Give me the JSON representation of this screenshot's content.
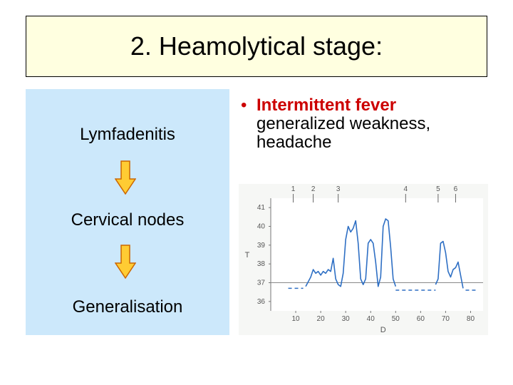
{
  "slide": {
    "title": "2. Heamolytical stage:",
    "flow": {
      "steps": [
        "Lymfadenitis",
        "Cervical nodes",
        "Generalisation"
      ]
    },
    "bullet": {
      "heading": "Intermittent fever",
      "line2": "generalized weakness,",
      "line3": "headache"
    }
  },
  "colors": {
    "title_bg": "#ffffe0",
    "panel_bg": "#cce8fb",
    "arrow_fill": "#ffcc33",
    "arrow_stroke": "#cc6600",
    "bullet_accent": "#cc0000",
    "series_line": "#2e6fc4"
  },
  "chart_data": {
    "type": "line",
    "ylabel": "T",
    "xlabel": "D",
    "y_ticks": [
      "41",
      "40",
      "39",
      "38",
      "37",
      "36"
    ],
    "x_ticks": [
      "10",
      "20",
      "30",
      "40",
      "50",
      "60",
      "70",
      "80"
    ],
    "top_markers": [
      "1",
      "2",
      "3",
      "4",
      "5",
      "6"
    ],
    "marker_x": [
      9,
      17,
      27,
      54,
      67,
      74
    ],
    "xlim": [
      0,
      85
    ],
    "ylim": [
      35.5,
      41.5
    ],
    "reference_line": 37,
    "series": [
      {
        "values": [
          {
            "x": 14,
            "y": 36.8
          },
          {
            "x": 16,
            "y": 37.3
          },
          {
            "x": 17,
            "y": 37.7
          },
          {
            "x": 18,
            "y": 37.5
          },
          {
            "x": 19,
            "y": 37.6
          },
          {
            "x": 20,
            "y": 37.4
          },
          {
            "x": 21,
            "y": 37.6
          },
          {
            "x": 22,
            "y": 37.5
          },
          {
            "x": 23,
            "y": 37.7
          },
          {
            "x": 24,
            "y": 37.6
          },
          {
            "x": 25,
            "y": 38.3
          },
          {
            "x": 26,
            "y": 37.2
          },
          {
            "x": 27,
            "y": 36.9
          },
          {
            "x": 28,
            "y": 36.8
          },
          {
            "x": 29,
            "y": 37.5
          },
          {
            "x": 30,
            "y": 39.3
          },
          {
            "x": 31,
            "y": 40.0
          },
          {
            "x": 32,
            "y": 39.7
          },
          {
            "x": 33,
            "y": 39.9
          },
          {
            "x": 34,
            "y": 40.3
          },
          {
            "x": 35,
            "y": 39.1
          },
          {
            "x": 36,
            "y": 37.2
          },
          {
            "x": 37,
            "y": 36.9
          },
          {
            "x": 38,
            "y": 37.2
          },
          {
            "x": 39,
            "y": 39.1
          },
          {
            "x": 40,
            "y": 39.3
          },
          {
            "x": 41,
            "y": 39.1
          },
          {
            "x": 42,
            "y": 38.1
          },
          {
            "x": 43,
            "y": 36.8
          },
          {
            "x": 44,
            "y": 37.3
          },
          {
            "x": 45,
            "y": 40.0
          },
          {
            "x": 46,
            "y": 40.4
          },
          {
            "x": 47,
            "y": 40.3
          },
          {
            "x": 48,
            "y": 38.9
          },
          {
            "x": 49,
            "y": 37.2
          },
          {
            "x": 50,
            "y": 36.8
          },
          {
            "x": 66,
            "y": 36.9
          },
          {
            "x": 67,
            "y": 37.2
          },
          {
            "x": 68,
            "y": 39.1
          },
          {
            "x": 69,
            "y": 39.2
          },
          {
            "x": 70,
            "y": 38.6
          },
          {
            "x": 71,
            "y": 37.6
          },
          {
            "x": 72,
            "y": 37.3
          },
          {
            "x": 73,
            "y": 37.7
          },
          {
            "x": 74,
            "y": 37.8
          },
          {
            "x": 75,
            "y": 38.1
          },
          {
            "x": 76,
            "y": 37.4
          },
          {
            "x": 77,
            "y": 36.7
          }
        ]
      }
    ],
    "dashed_segments": [
      [
        [
          7,
          36.7
        ],
        [
          13,
          36.7
        ]
      ],
      [
        [
          50,
          36.6
        ],
        [
          66,
          36.6
        ]
      ],
      [
        [
          78,
          36.6
        ],
        [
          83,
          36.6
        ]
      ]
    ]
  }
}
